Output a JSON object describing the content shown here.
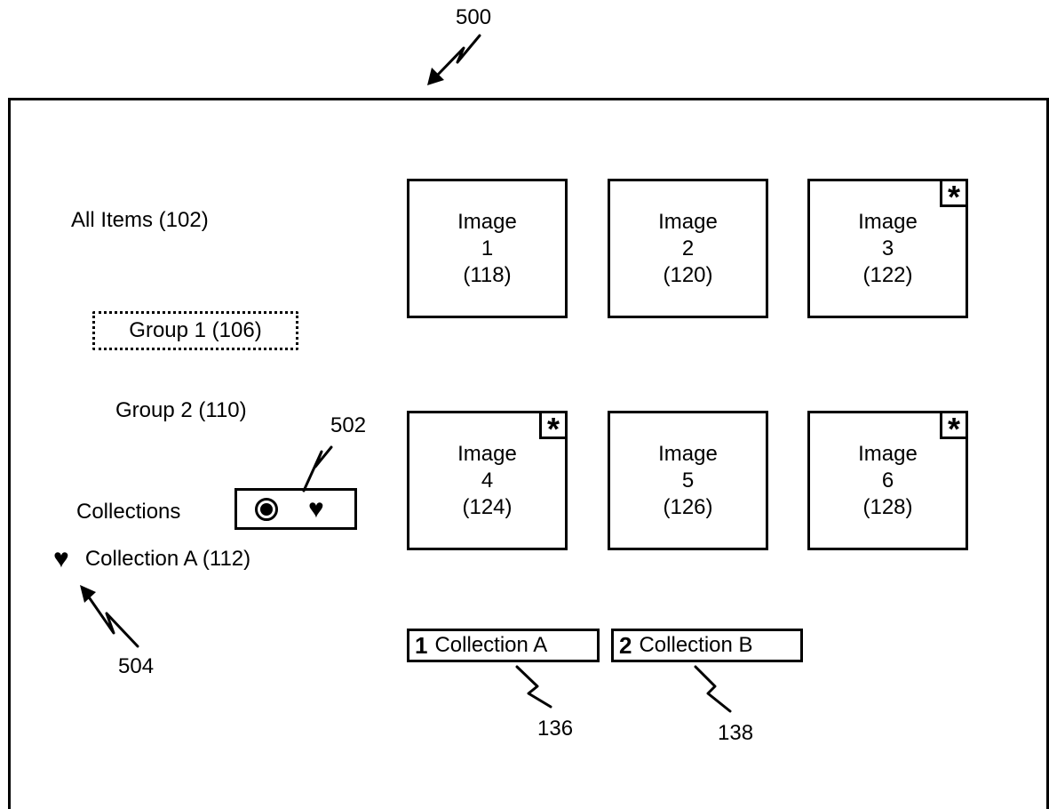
{
  "figure_ref": "500",
  "sidebar": {
    "all_items": "All Items (102)",
    "group1": "Group 1 (106)",
    "group2": "Group 2 (110)",
    "collections": "Collections",
    "collection_a": "Collection A (112)"
  },
  "toggle_ref": "502",
  "collection_marker_ref": "504",
  "images": [
    {
      "line1": "Image",
      "line2": "1",
      "line3": "(118)",
      "starred": false
    },
    {
      "line1": "Image",
      "line2": "2",
      "line3": "(120)",
      "starred": false
    },
    {
      "line1": "Image",
      "line2": "3",
      "line3": "(122)",
      "starred": true
    },
    {
      "line1": "Image",
      "line2": "4",
      "line3": "(124)",
      "starred": true
    },
    {
      "line1": "Image",
      "line2": "5",
      "line3": "(126)",
      "starred": false
    },
    {
      "line1": "Image",
      "line2": "6",
      "line3": "(128)",
      "starred": true
    }
  ],
  "star_symbol": "*",
  "heart_symbol": "♥",
  "chips": [
    {
      "num": "1",
      "label": "Collection A",
      "ref": "136"
    },
    {
      "num": "2",
      "label": "Collection B",
      "ref": "138"
    }
  ]
}
